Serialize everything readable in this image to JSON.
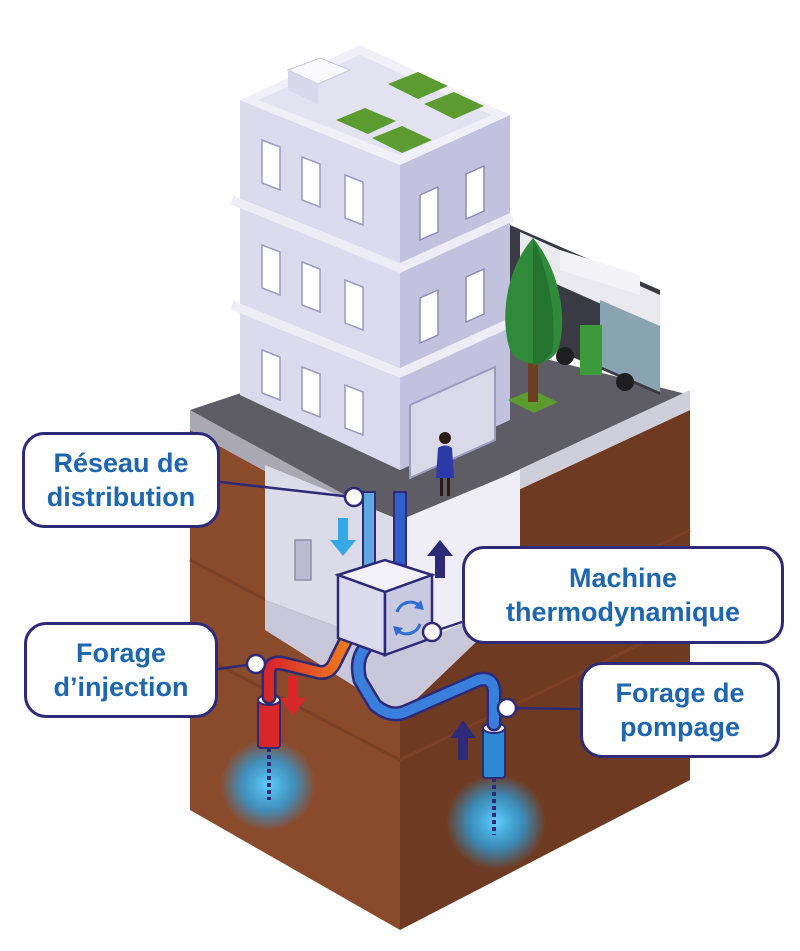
{
  "labels": {
    "distribution": {
      "line1": "Réseau de",
      "line2": "distribution"
    },
    "machine": {
      "line1": "Machine",
      "line2": "thermodynamique"
    },
    "injection": {
      "line1": "Forage",
      "line2": "d’injection"
    },
    "pompage": {
      "line1": "Forage de",
      "line2": "pompage"
    }
  },
  "colors": {
    "outline": "#2e2a78",
    "label_text": "#1f66b1",
    "soil": "#8a4a2c",
    "building": "#e4e3f2",
    "hot_pipe": "#e8501e",
    "cold_pipe": "#2f6ed1",
    "water_glow": "#35b6ee"
  },
  "icons": [
    "recycle-icon",
    "arrow-down-icon",
    "arrow-up-icon"
  ]
}
